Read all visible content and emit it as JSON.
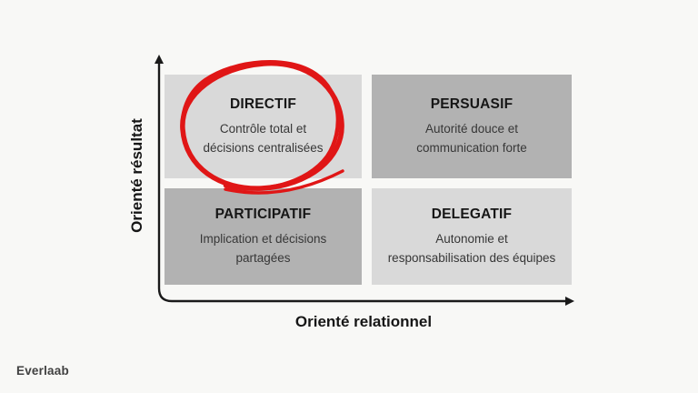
{
  "colors": {
    "bg": "#f8f8f6",
    "quadrant-light": "#d9d9d9",
    "quadrant-dark": "#b2b2b2",
    "axis": "#1a1a1a",
    "title-text": "#161616",
    "body-text": "#373737",
    "annotation-red": "#e01616",
    "logo-text": "#414141"
  },
  "matrix": {
    "x_axis_label": "Orienté relationnel",
    "y_axis_label": "Orienté résultat",
    "quadrants": [
      {
        "id": "directif",
        "position": "top-left",
        "shade": "light",
        "title": "DIRECTIF",
        "description": "Contrôle total et\ndécisions centralisées",
        "annotated": true
      },
      {
        "id": "persuasif",
        "position": "top-right",
        "shade": "dark",
        "title": "PERSUASIF",
        "description": "Autorité douce et\ncommunication forte",
        "annotated": false
      },
      {
        "id": "participatif",
        "position": "bottom-left",
        "shade": "dark",
        "title": "PARTICIPATIF",
        "description": "Implication et décisions\npartagées",
        "annotated": false
      },
      {
        "id": "delegatif",
        "position": "bottom-right",
        "shade": "light",
        "title": "DELEGATIF",
        "description": "Autonomie et\nresponsabilisation des équipes",
        "annotated": false
      }
    ]
  },
  "annotation": {
    "type": "hand-drawn-circle",
    "target": "DIRECTIF"
  },
  "footer": {
    "brand": "Everlaab"
  }
}
